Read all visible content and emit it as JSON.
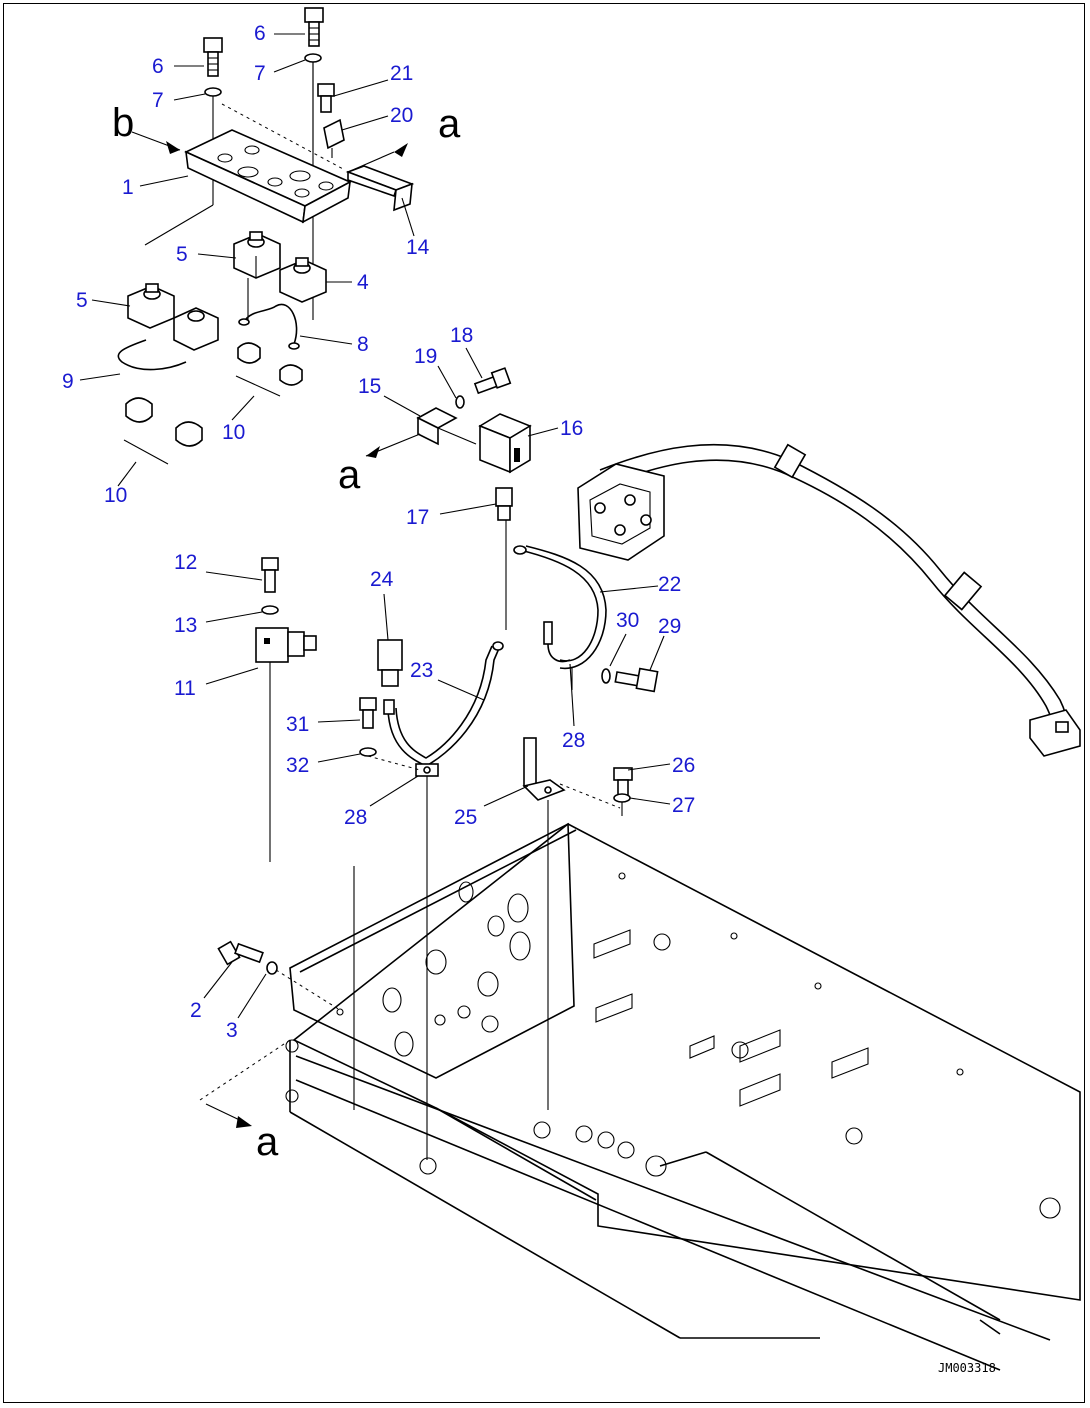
{
  "callouts": [
    {
      "id": "c6a",
      "label": "6"
    },
    {
      "id": "c7a",
      "label": "7"
    },
    {
      "id": "c6b",
      "label": "6"
    },
    {
      "id": "c7b",
      "label": "7"
    },
    {
      "id": "c21",
      "label": "21"
    },
    {
      "id": "c20",
      "label": "20"
    },
    {
      "id": "c1",
      "label": "1"
    },
    {
      "id": "c14",
      "label": "14"
    },
    {
      "id": "c5a",
      "label": "5"
    },
    {
      "id": "c4",
      "label": "4"
    },
    {
      "id": "c5b",
      "label": "5"
    },
    {
      "id": "c8",
      "label": "8"
    },
    {
      "id": "c9",
      "label": "9"
    },
    {
      "id": "c10a",
      "label": "10"
    },
    {
      "id": "c10b",
      "label": "10"
    },
    {
      "id": "c19",
      "label": "19"
    },
    {
      "id": "c18",
      "label": "18"
    },
    {
      "id": "c15",
      "label": "15"
    },
    {
      "id": "c16",
      "label": "16"
    },
    {
      "id": "c17",
      "label": "17"
    },
    {
      "id": "c12",
      "label": "12"
    },
    {
      "id": "c13",
      "label": "13"
    },
    {
      "id": "c11",
      "label": "11"
    },
    {
      "id": "c24",
      "label": "24"
    },
    {
      "id": "c22",
      "label": "22"
    },
    {
      "id": "c30",
      "label": "30"
    },
    {
      "id": "c29",
      "label": "29"
    },
    {
      "id": "c23",
      "label": "23"
    },
    {
      "id": "c31",
      "label": "31"
    },
    {
      "id": "c32",
      "label": "32"
    },
    {
      "id": "c28a",
      "label": "28"
    },
    {
      "id": "c28b",
      "label": "28"
    },
    {
      "id": "c26",
      "label": "26"
    },
    {
      "id": "c27",
      "label": "27"
    },
    {
      "id": "c25",
      "label": "25"
    },
    {
      "id": "c2",
      "label": "2"
    },
    {
      "id": "c3",
      "label": "3"
    }
  ],
  "view_markers": {
    "a_top": "a",
    "b_top": "b",
    "a_mid": "a",
    "a_bottom": "a"
  },
  "drawing_code": "JM003318",
  "colors": {
    "callout": "#1a1ad0",
    "line": "#000000",
    "background": "#ffffff"
  }
}
